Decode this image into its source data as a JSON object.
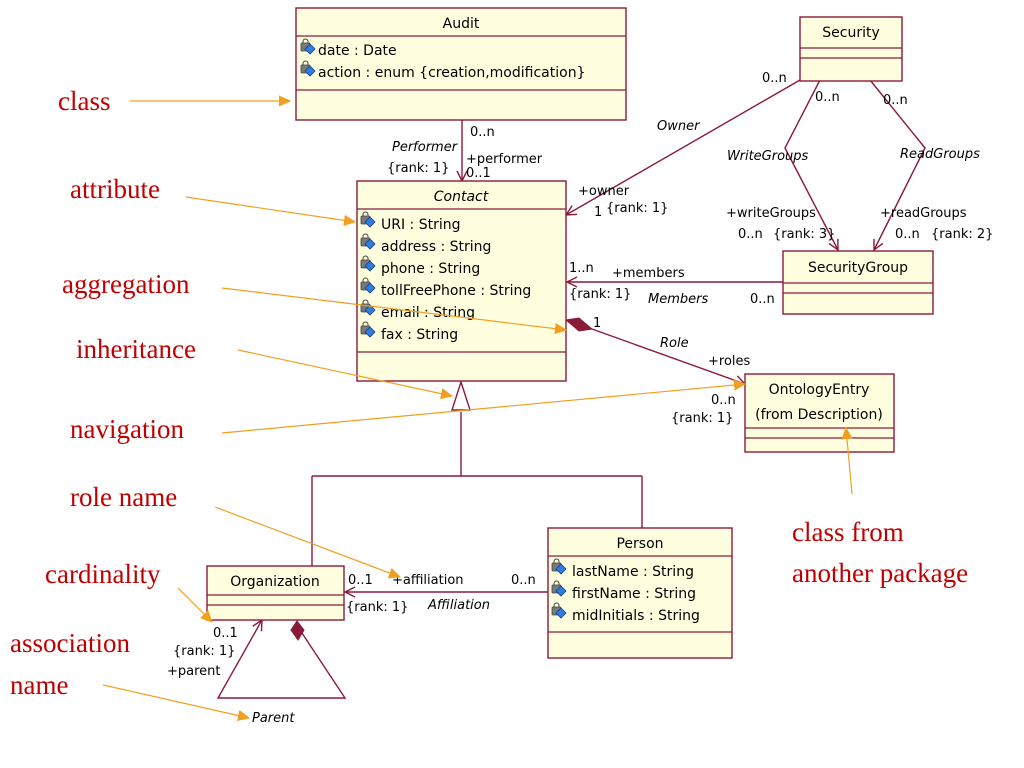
{
  "colors": {
    "box_fill": "#ffffe0",
    "box_stroke": "#8b1a3a",
    "line": "#8b1a3a",
    "annotation_text": "#c00000",
    "annotation_arrow": "#f0a020",
    "icon_lock": "#606060",
    "icon_diamond": "#2f7de1"
  },
  "classes": {
    "audit": {
      "name": "Audit",
      "attributes": [
        "date : Date",
        "action : enum {creation,modification}"
      ]
    },
    "security": {
      "name": "Security"
    },
    "contact": {
      "name": "Contact",
      "attributes": [
        "URI : String",
        "address : String",
        "phone : String",
        "tollFreePhone : String",
        "email : String",
        "fax : String"
      ]
    },
    "securitygroup": {
      "name": "SecurityGroup"
    },
    "ontologyentry": {
      "name": "OntologyEntry",
      "stereo": "(from Description)"
    },
    "organization": {
      "name": "Organization"
    },
    "person": {
      "name": "Person",
      "attributes": [
        "lastName : String",
        "firstName : String",
        "midInitials : String"
      ]
    }
  },
  "associations": {
    "performer": {
      "name": "Performer",
      "role": "+performer",
      "rank": "{rank: 1}",
      "mult_top": "0..n",
      "mult_bottom": "0..1"
    },
    "owner": {
      "name": "Owner",
      "role": "+owner",
      "rank": "{rank: 1}",
      "mult_src": "0..n",
      "mult_dst": "1"
    },
    "writegroups": {
      "name": "WriteGroups",
      "role": "+writeGroups",
      "mult_src": "0..n",
      "mult_dst": "0..n",
      "rank": "{rank: 3}"
    },
    "readgroups": {
      "name": "ReadGroups",
      "role": "+readGroups",
      "mult_src": "0..n",
      "mult_dst": "0..n",
      "rank": "{rank: 2}"
    },
    "members": {
      "name": "Members",
      "role": "+members",
      "mult_contact": "1..n",
      "rank": "{rank: 1}",
      "mult_group": "0..n"
    },
    "role": {
      "name": "Role",
      "mult_src": "1",
      "role": "+roles",
      "mult_dst": "0..n",
      "rank": "{rank: 1}"
    },
    "affiliation": {
      "name": "Affiliation",
      "mult_org": "0..1",
      "role": "+affiliation",
      "mult_person": "0..n",
      "rank": "{rank: 1}"
    },
    "parent": {
      "name": "Parent",
      "mult": "0..1",
      "rank": "{rank: 1}",
      "role": "+parent"
    }
  },
  "annotations": {
    "class": "class",
    "attribute": "attribute",
    "aggregation": "aggregation",
    "inheritance": "inheritance",
    "navigation": "navigation",
    "role_name": "role name",
    "cardinality": "cardinality",
    "association_name_line1": "association",
    "association_name_line2": "name",
    "class_from_line1": "class from",
    "class_from_line2": "another package"
  }
}
